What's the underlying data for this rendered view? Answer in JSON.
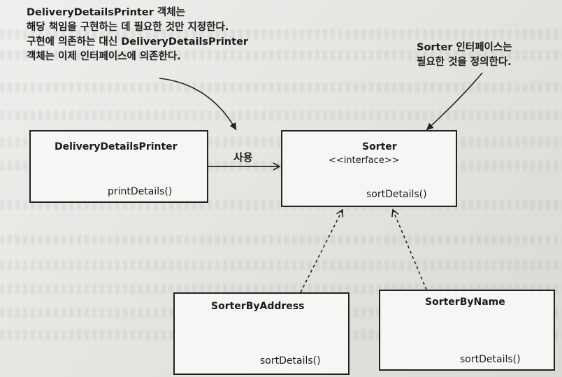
{
  "notes": {
    "left": "DeliveryDetailsPrinter 객체는\n해당 책임을 구현하는 데 필요한 것만 지정한다.\n구현에 의존하는 대신 DeliveryDetailsPrinter\n객체는 이제 인터페이스에 의존한다.",
    "right": "Sorter 인터페이스는\n필요한 것을 정의한다."
  },
  "classes": {
    "printer": {
      "name": "DeliveryDetailsPrinter",
      "method": "printDetails()"
    },
    "sorter": {
      "name": "Sorter",
      "stereotype": "<<interface>>",
      "method": "sortDetails()"
    },
    "by_address": {
      "name": "SorterByAddress",
      "method": "sortDetails()"
    },
    "by_name": {
      "name": "SorterByName",
      "method": "sortDetails()"
    }
  },
  "relations": {
    "uses_label": "사용"
  },
  "colors": {
    "line": "#222222",
    "box_fill": "#f6f6f4",
    "paper": "#e9e9e7"
  }
}
